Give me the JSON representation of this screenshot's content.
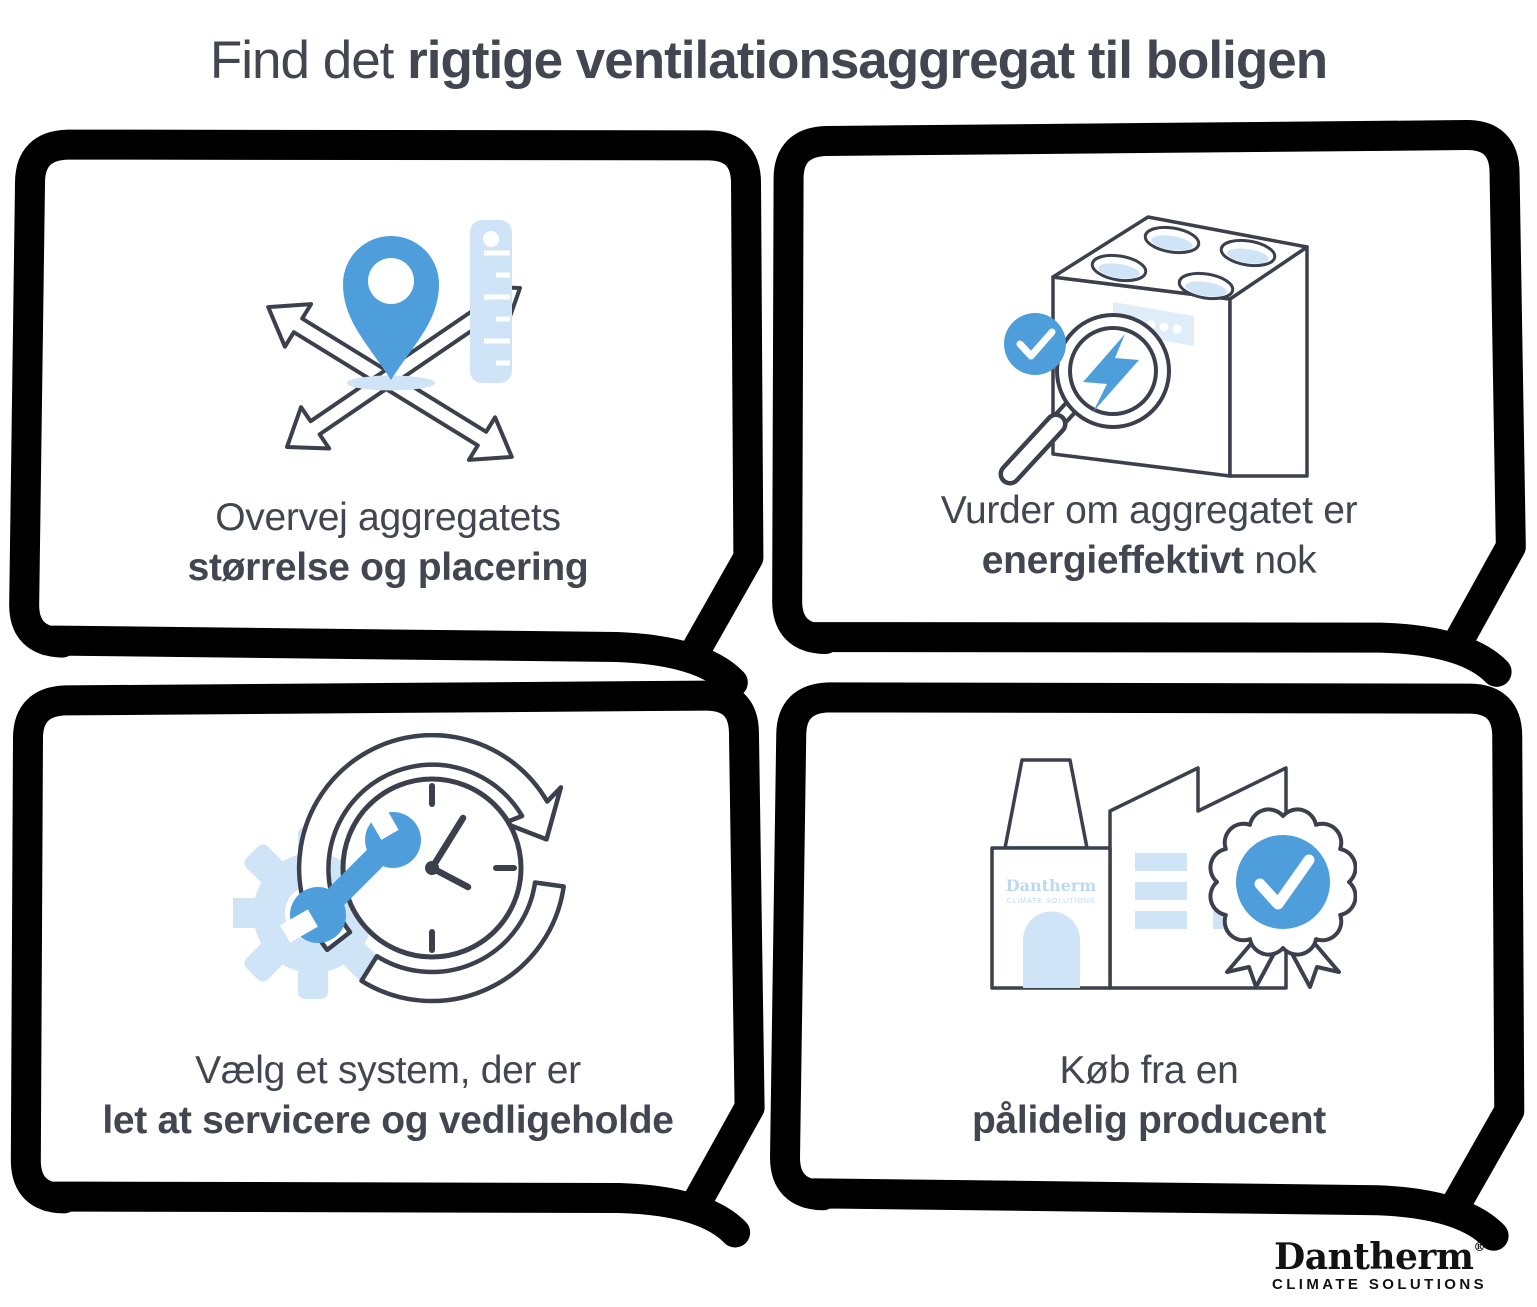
{
  "title": {
    "regular": "Find det ",
    "bold": "rigtige ventilationsaggregat til boligen"
  },
  "cards": [
    {
      "name": "size-placement",
      "line1": "Overvej aggregatets",
      "line2_bold": "størrelse og placering",
      "line2_suffix": ""
    },
    {
      "name": "energy-efficiency",
      "line1": "Vurder om aggregatet er",
      "line2_bold": "energieffektivt",
      "line2_suffix": " nok"
    },
    {
      "name": "serviceability",
      "line1": "Vælg et system, der er",
      "line2_bold": "let at servicere og vedligeholde",
      "line2_suffix": ""
    },
    {
      "name": "trusted-producer",
      "line1": "Køb fra en",
      "line2_bold": "pålidelig producent",
      "line2_suffix": "",
      "factory_brand": "Dantherm",
      "factory_sub": "CLIMATE SOLUTIONS"
    }
  ],
  "icons": {
    "card1": "location-pin-arrows-ruler",
    "card2": "ventilation-unit-energy-magnifier",
    "card3": "service-clock-wrench-gear",
    "card4": "factory-certified-badge"
  },
  "logo": {
    "brand": "Dantherm",
    "registered": "®",
    "sub": "CLIMATE SOLUTIONS"
  },
  "colors": {
    "accent": "#4d9edb",
    "light_blue": "#cfe4f7",
    "ink": "#3b404c",
    "text": "#414650",
    "frame": "#000000",
    "bg": "#ffffff"
  }
}
